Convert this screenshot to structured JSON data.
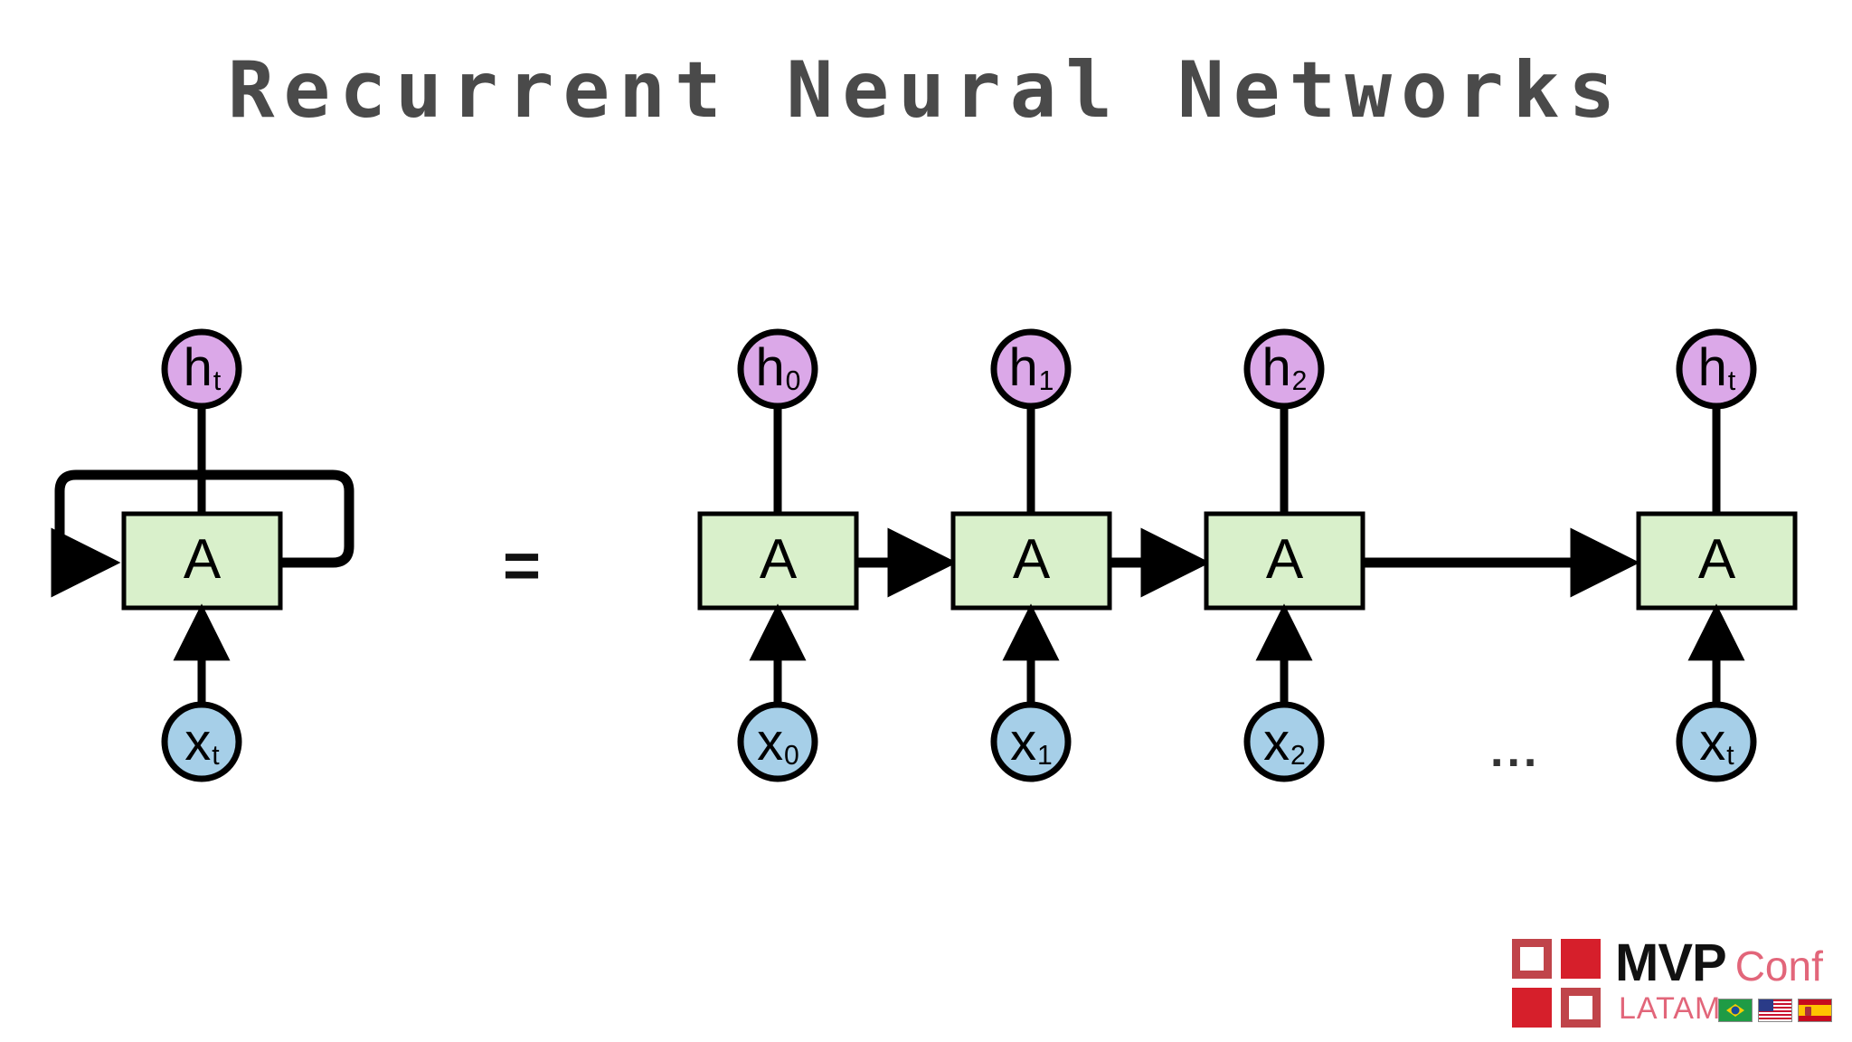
{
  "title": "Recurrent Neural Networks",
  "diagram": {
    "type": "rnn-unrolled",
    "operator": "=",
    "ellipsis": "...",
    "cell_label": "A",
    "colors": {
      "cell_fill": "#d9f0cb",
      "cell_stroke": "#000000",
      "hidden_fill": "#dba8e8",
      "input_fill": "#a6cfe8",
      "stroke": "#000000",
      "title": "#4a4a4a"
    },
    "folded": {
      "name": "folded-rnn",
      "cell": "A",
      "output": "h",
      "output_sub": "t",
      "input": "x",
      "input_sub": "t",
      "recurrent_loop": true
    },
    "unrolled": {
      "name": "unrolled-rnn",
      "steps": [
        {
          "cell": "A",
          "output": "h",
          "output_sub": "0",
          "input": "x",
          "input_sub": "0"
        },
        {
          "cell": "A",
          "output": "h",
          "output_sub": "1",
          "input": "x",
          "input_sub": "1"
        },
        {
          "cell": "A",
          "output": "h",
          "output_sub": "2",
          "input": "x",
          "input_sub": "2"
        },
        {
          "cell": "A",
          "output": "h",
          "output_sub": "t",
          "input": "x",
          "input_sub": "t"
        }
      ]
    }
  },
  "logo": {
    "mvp": "MVP",
    "conf": "Conf",
    "latam": "LATAM",
    "flags": [
      "brazil-flag",
      "usa-flag",
      "spain-flag"
    ],
    "accent_red": "#d61f2b",
    "accent_pink": "#e2667a"
  }
}
